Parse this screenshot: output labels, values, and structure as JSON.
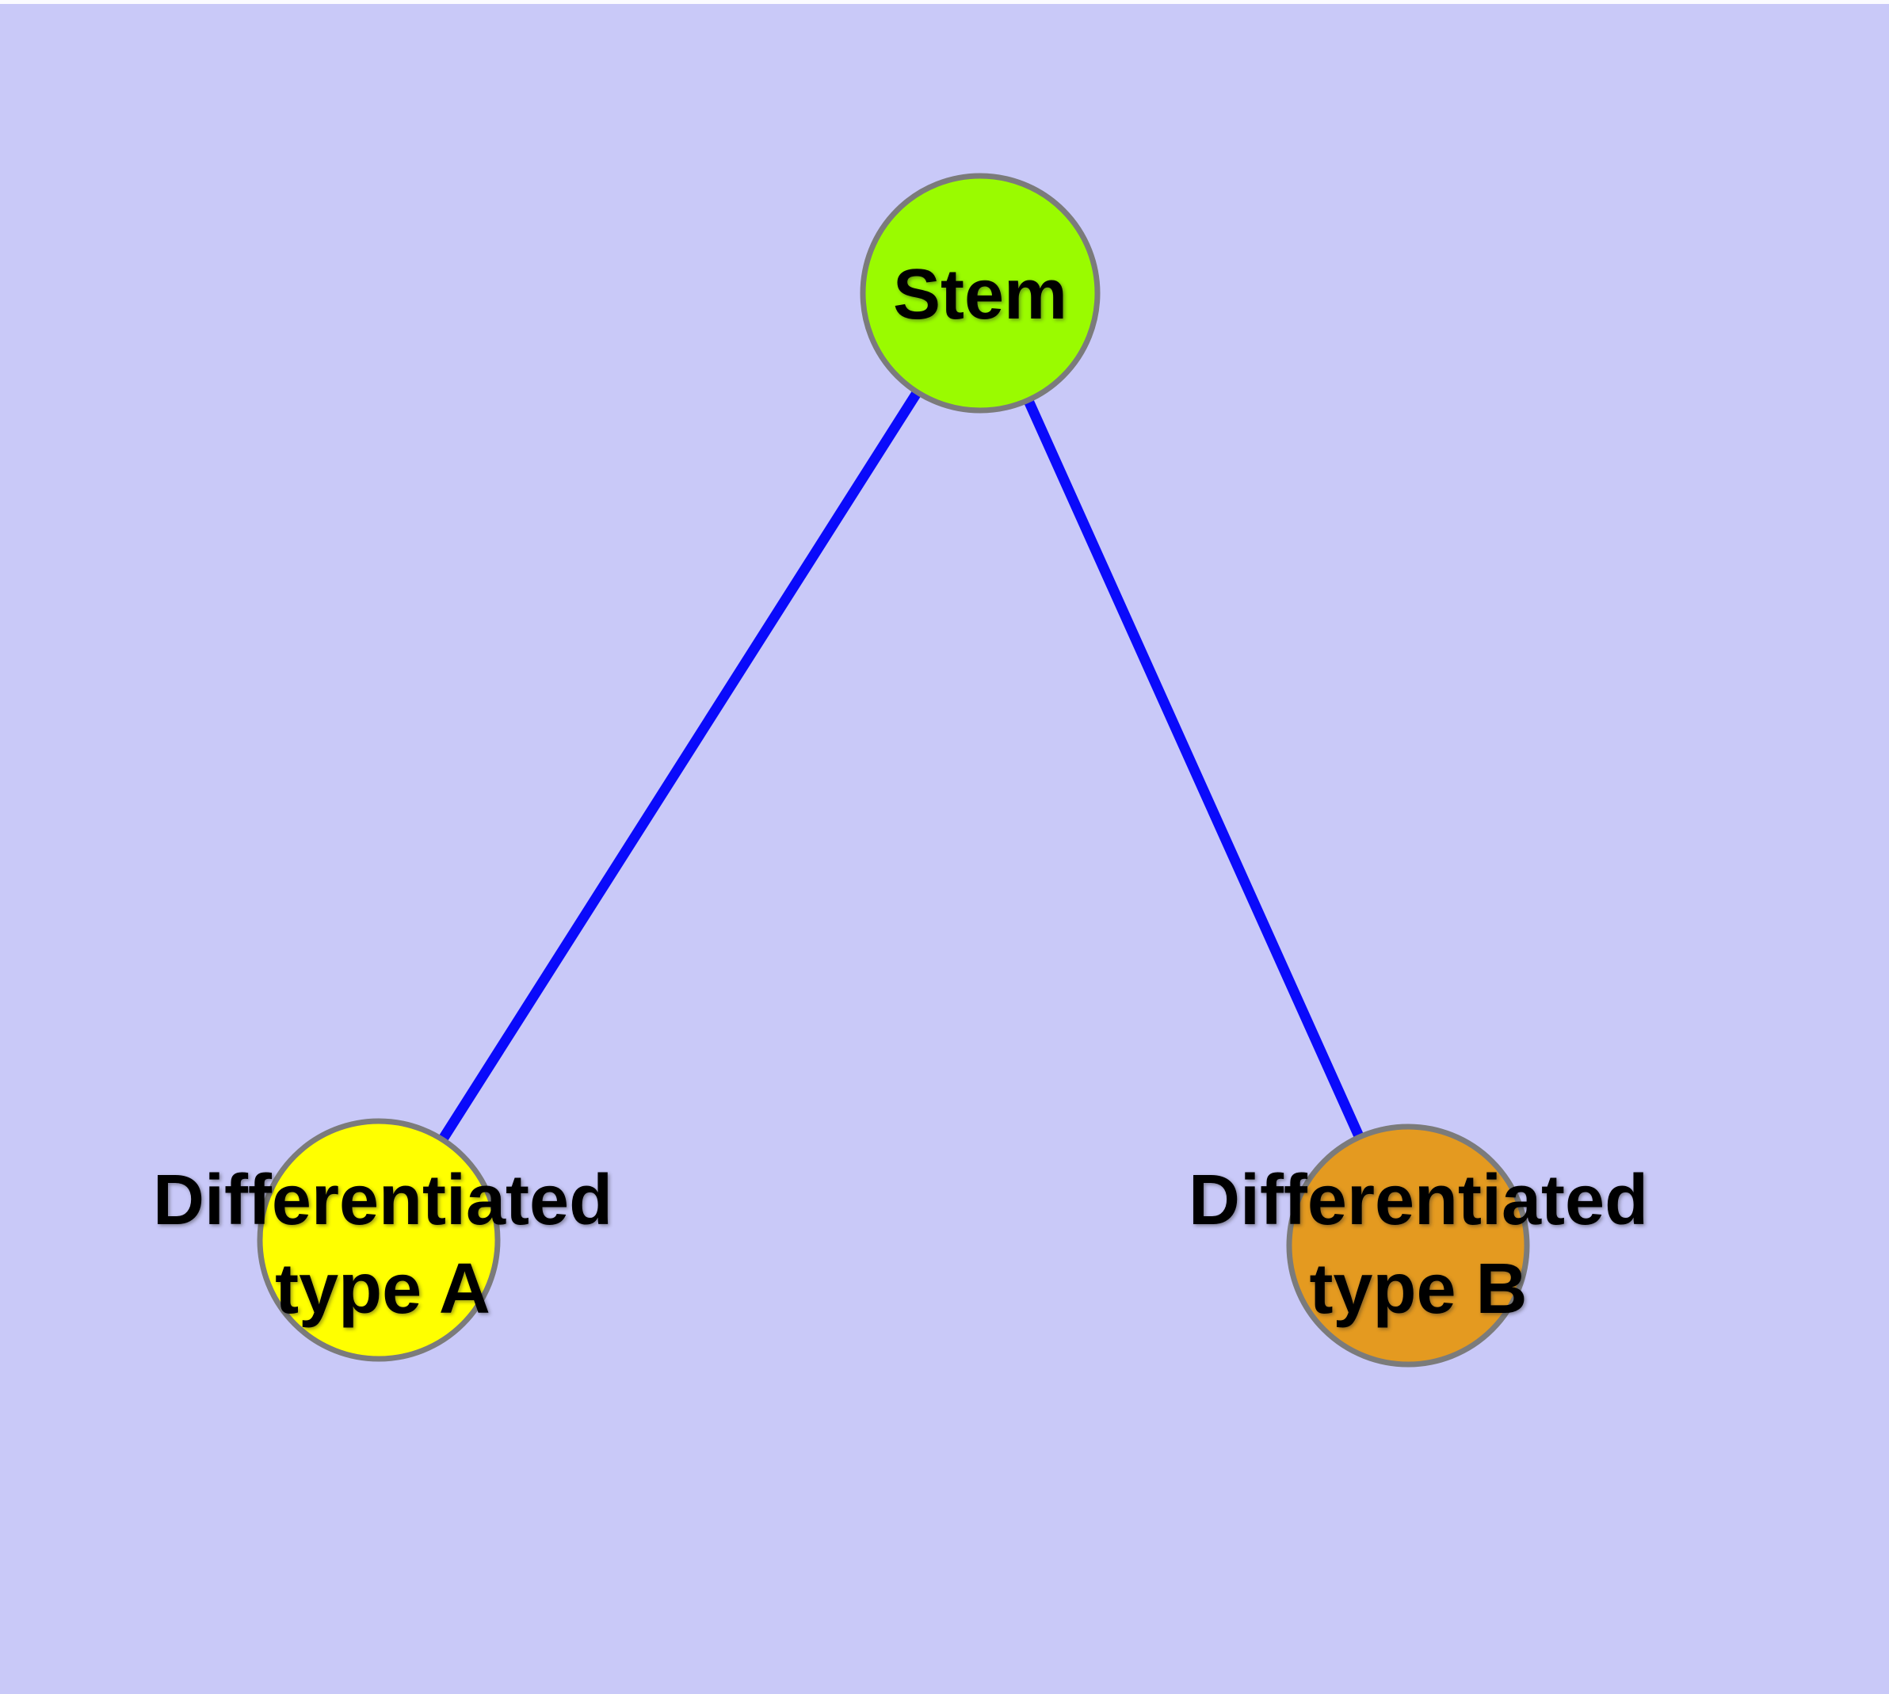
{
  "colors": {
    "background": "#c9c9f8",
    "top_strip": "#fbfbff",
    "edge": "#0a0afb",
    "node_border": "#7b7b7b",
    "stem_fill": "#9afb00",
    "type_a_fill": "#ffff00",
    "type_b_fill": "#e49a20",
    "label_text": "#000000"
  },
  "graph": {
    "nodes": {
      "stem": {
        "label": "Stem"
      },
      "type_a": {
        "label_line1": "Differentiated",
        "label_line2": "type A"
      },
      "type_b": {
        "label_line1": "Differentiated",
        "label_line2": "type B"
      }
    },
    "edges": [
      {
        "from": "Stem",
        "to": "Differentiated type A"
      },
      {
        "from": "Stem",
        "to": "Differentiated type B"
      }
    ]
  }
}
